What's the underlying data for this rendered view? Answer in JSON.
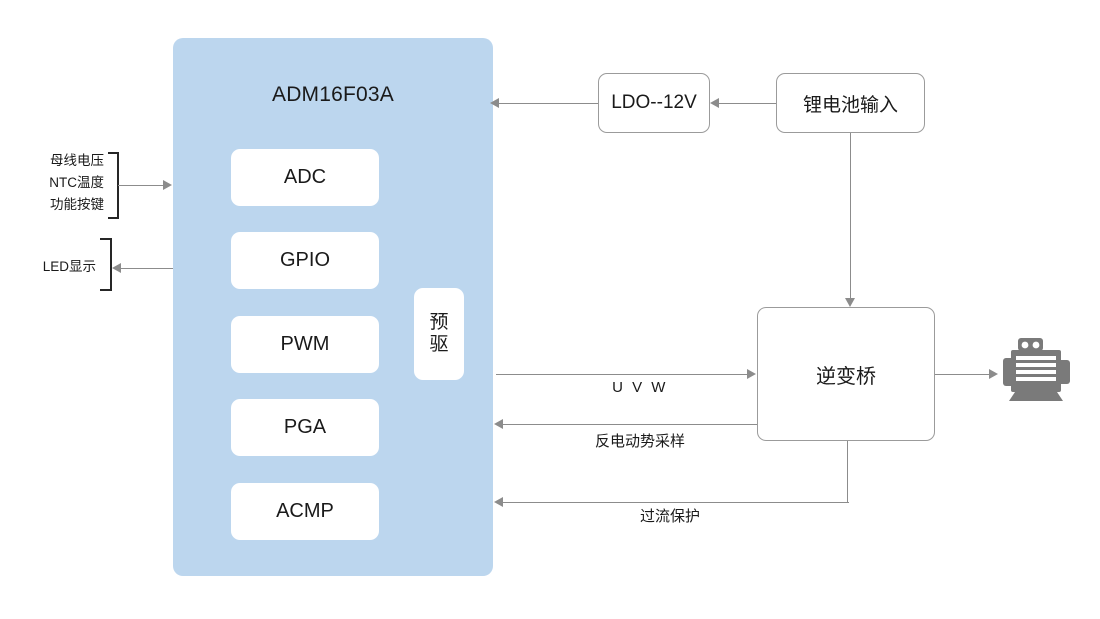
{
  "diagram": {
    "title": "ADM16F03A motor control block diagram",
    "colors": {
      "mcu_fill": "#bcd6ee",
      "box_border": "#9b9b9b",
      "connector": "#8c8c8c",
      "bracket": "#262626",
      "motor_icon": "#7a7a7a",
      "text": "#1a1a1a"
    }
  },
  "mcu": {
    "name": "ADM16F03A",
    "modules": [
      {
        "label": "ADC"
      },
      {
        "label": "GPIO"
      },
      {
        "label": "PWM"
      },
      {
        "label": "PGA"
      },
      {
        "label": "ACMP"
      }
    ],
    "predriver": {
      "line1": "预",
      "line2": "驱"
    }
  },
  "left_inputs": {
    "sensors": [
      "母线电压",
      "NTC温度",
      "功能按键"
    ],
    "display": "LED显示"
  },
  "power": {
    "ldo": "LDO--12V",
    "battery": "锂电池输入"
  },
  "power_stage": {
    "inverter": "逆变桥",
    "motor_icon": "motor-icon"
  },
  "signals": {
    "uvw": "U V W",
    "bemf": "反电动势采样",
    "ocp": "过流保护"
  }
}
